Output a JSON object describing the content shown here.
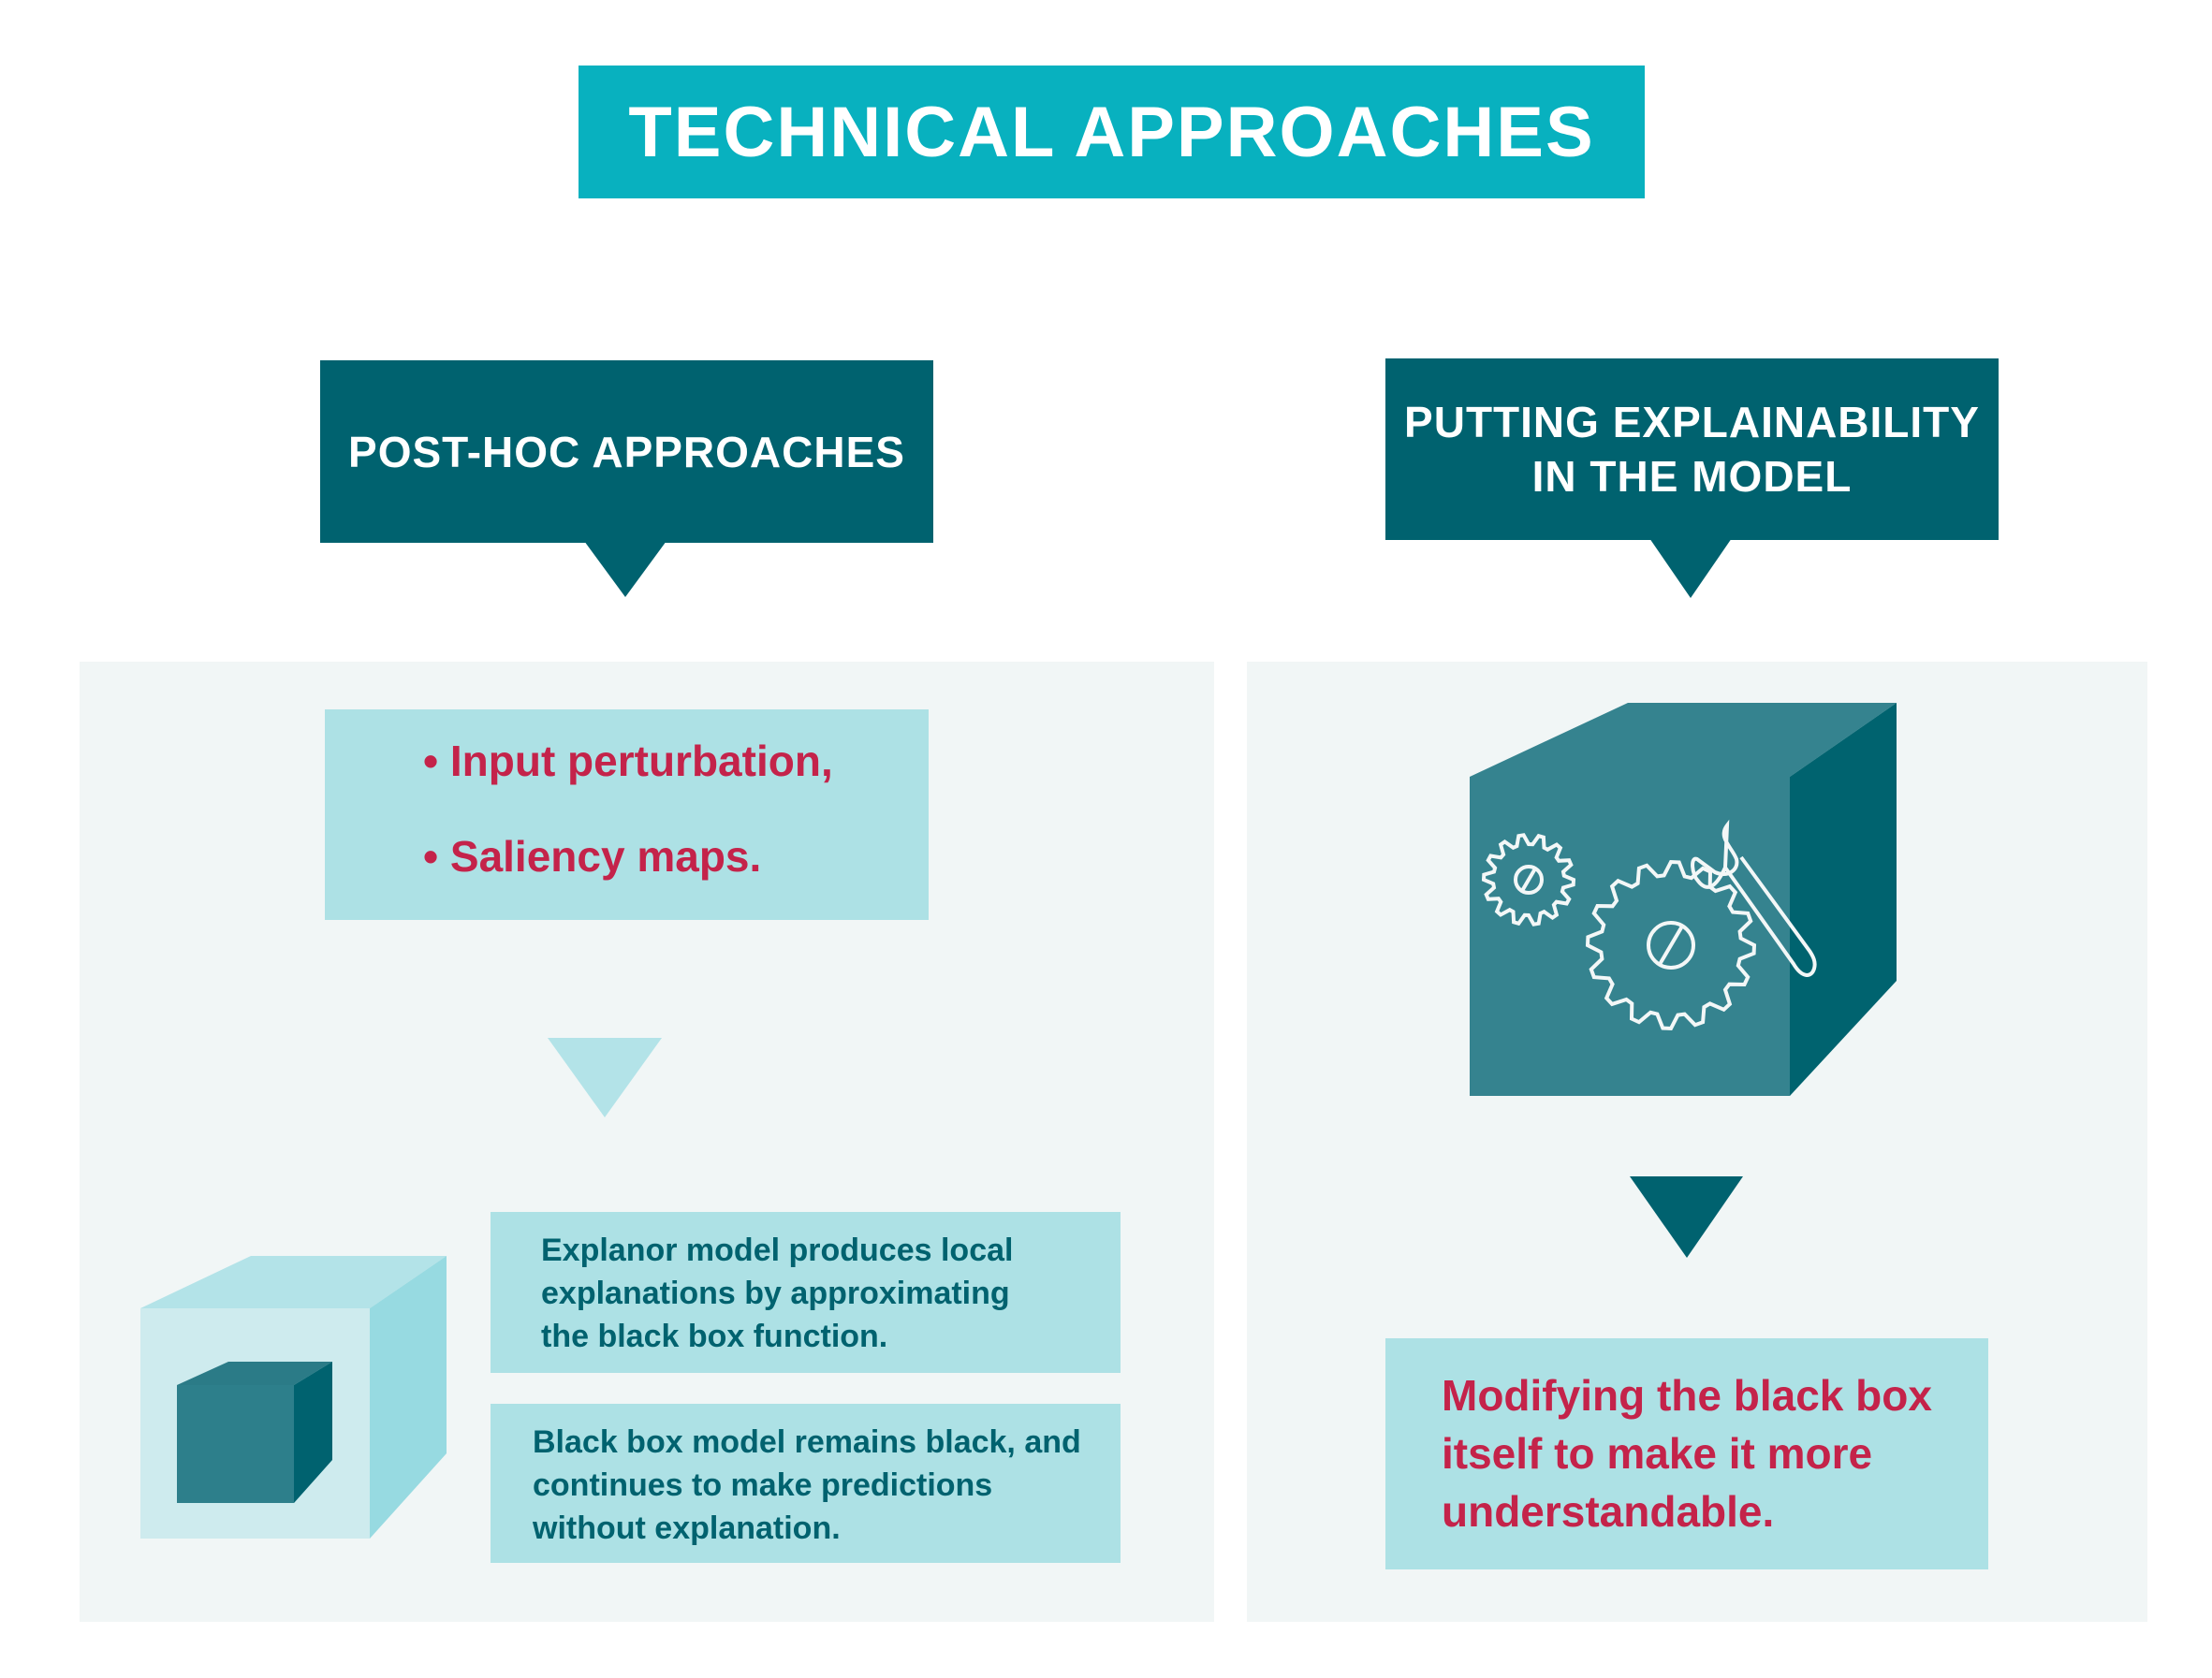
{
  "title": "TECHNICAL APPROACHES",
  "left": {
    "header": "POST-HOC APPROACHES",
    "bullets": [
      "• Input perturbation,",
      "• Saliency maps."
    ],
    "explanor_text": "Explanor model produces local explanations by approximating the black box function.",
    "blackbox_text": "Black box model remains black, and continues to make predictions without explanation."
  },
  "right": {
    "header_line1": "PUTTING EXPLAINABILITY",
    "header_line2": "IN THE MODEL",
    "result_text": "Modifying the black box itself to make it more understandable."
  },
  "colors": {
    "title_bg": "#08b1bf",
    "header_bg": "#00626f",
    "panel_bg": "#f1f6f6",
    "light_box": "#ade1e5",
    "accent_red": "#c4234a",
    "cube_front": "#35838f",
    "cube_side": "#00636f"
  },
  "icons": [
    "gear-icon",
    "wrench-icon",
    "cube-icon",
    "arrow-down-icon"
  ]
}
